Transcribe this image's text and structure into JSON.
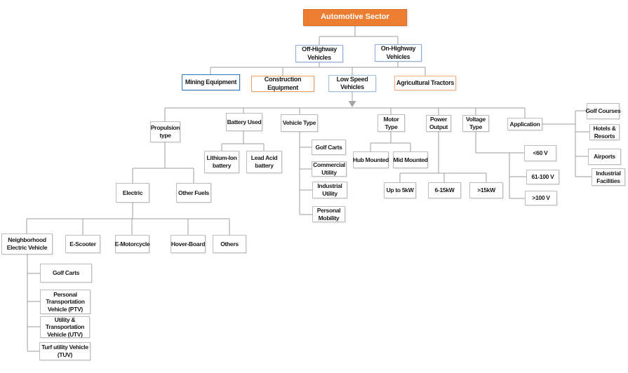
{
  "colors": {
    "root_fill": "#ED7D31",
    "root_text": "#FFFFFF",
    "level2_border": "#8FAADC",
    "mining_border": "#2E75B6",
    "low_speed_border": "#9DC3E6",
    "construction_border": "#ED9F63",
    "agricultural_border": "#F4B183",
    "default_border": "#BDBDBD",
    "connector_line": "#9E9E9E",
    "arrow": "#A6A6A6",
    "text": "#1A1A1A"
  },
  "tree": {
    "root": {
      "label": "Automotive Sector"
    },
    "level2": [
      {
        "label": "Off-Highway Vehicles"
      },
      {
        "label": "On-Highway Vehicles"
      }
    ],
    "level3": [
      {
        "label": "Mining Equipment"
      },
      {
        "label": "Construction Equipment"
      },
      {
        "label": "Low Speed Vehicles"
      },
      {
        "label": "Agricultural Tractors"
      }
    ],
    "segments": {
      "propulsion": {
        "label": "Propulsion type",
        "children": [
          "Electric",
          "Other Fuels"
        ],
        "electric_children": [
          "Neighborhood Electric Vehicle",
          "E-Scooter",
          "E-Motorcycle",
          "Hover-Board",
          "Others"
        ],
        "nev_children": [
          "Golf Carts",
          "Personal Transportation Vehicle (PTV)",
          "Utility & Transportation Vehicle (UTV)",
          "Turf utility Vehicle (TUV)"
        ]
      },
      "battery": {
        "label": "Battery Used",
        "children": [
          "Lithium-Ion battery",
          "Lead Acid battery"
        ]
      },
      "vehicle_type": {
        "label": "Vehicle Type",
        "children": [
          "Golf Carts",
          "Commercial Utility",
          "Industrial Utility",
          "Personal Mobility"
        ]
      },
      "motor_type": {
        "label": "Motor Type",
        "children": [
          "Hub Mounted",
          "Mid Mounted"
        ]
      },
      "power_output": {
        "label": "Power Output",
        "children": [
          "Up to 5kW",
          "6-15kW",
          ">15kW"
        ]
      },
      "voltage_type": {
        "label": "Voltage Type",
        "children": [
          "<60 V",
          "61-100 V",
          ">100 V"
        ]
      },
      "application": {
        "label": "Application",
        "children": [
          "Golf Courses",
          "Hotels & Resorts",
          "Airports",
          "Industrial Facilities"
        ]
      }
    }
  }
}
